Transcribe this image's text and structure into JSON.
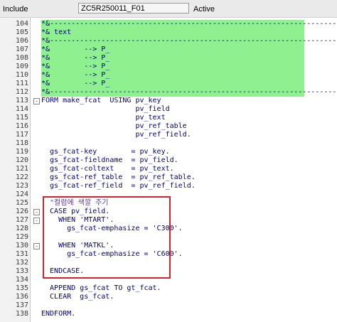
{
  "toolbar": {
    "include_label": "Include",
    "include_value": "ZC5R250011_F01",
    "status": "Active"
  },
  "editor": {
    "lines": [
      {
        "num": "104",
        "text": "*&--------------------------------------------------------------------*",
        "kind": "highlight"
      },
      {
        "num": "105",
        "text": "*& text",
        "kind": "highlight"
      },
      {
        "num": "106",
        "text": "*&--------------------------------------------------------------------*",
        "kind": "highlight"
      },
      {
        "num": "107",
        "text": "*&        --> P_",
        "kind": "highlight"
      },
      {
        "num": "108",
        "text": "*&        --> P_",
        "kind": "highlight"
      },
      {
        "num": "109",
        "text": "*&        --> P_",
        "kind": "highlight"
      },
      {
        "num": "110",
        "text": "*&        --> P_",
        "kind": "highlight"
      },
      {
        "num": "111",
        "text": "*&        --> P_",
        "kind": "highlight"
      },
      {
        "num": "112",
        "text": "*&--------------------------------------------------------------------*",
        "kind": "highlight"
      },
      {
        "num": "113",
        "text": "FORM make_fcat  USING pv_key",
        "kind": "code",
        "fold": "box"
      },
      {
        "num": "114",
        "text": "                      pv_field",
        "kind": "code"
      },
      {
        "num": "115",
        "text": "                      pv_text",
        "kind": "code"
      },
      {
        "num": "116",
        "text": "                      pv_ref_table",
        "kind": "code"
      },
      {
        "num": "117",
        "text": "                      pv_ref_field.",
        "kind": "code"
      },
      {
        "num": "118",
        "text": "",
        "kind": "code"
      },
      {
        "num": "119",
        "text": "  gs_fcat-key        = pv_key.",
        "kind": "code"
      },
      {
        "num": "120",
        "text": "  gs_fcat-fieldname  = pv_field.",
        "kind": "code"
      },
      {
        "num": "121",
        "text": "  gs_fcat-coltext    = pv_text.",
        "kind": "code"
      },
      {
        "num": "122",
        "text": "  gs_fcat-ref_table  = pv_ref_table.",
        "kind": "code"
      },
      {
        "num": "123",
        "text": "  gs_fcat-ref_field  = pv_ref_field.",
        "kind": "code"
      },
      {
        "num": "124",
        "text": "",
        "kind": "code"
      },
      {
        "num": "125",
        "text": "  \"컬럼에 색깔 주기",
        "kind": "comment"
      },
      {
        "num": "126",
        "text": "  CASE pv_field.",
        "kind": "code",
        "fold": "box"
      },
      {
        "num": "127",
        "text": "    WHEN 'MTART'.",
        "kind": "code",
        "fold": "box"
      },
      {
        "num": "128",
        "text": "      gs_fcat-emphasize = 'C300'.",
        "kind": "code"
      },
      {
        "num": "129",
        "text": "",
        "kind": "code"
      },
      {
        "num": "130",
        "text": "    WHEN 'MATKL'.",
        "kind": "code",
        "fold": "box"
      },
      {
        "num": "131",
        "text": "      gs_fcat-emphasize = 'C600'.",
        "kind": "code"
      },
      {
        "num": "132",
        "text": "",
        "kind": "code"
      },
      {
        "num": "133",
        "text": "  ENDCASE.",
        "kind": "code"
      },
      {
        "num": "134",
        "text": "",
        "kind": "code"
      },
      {
        "num": "135",
        "text": "  APPEND gs_fcat TO gt_fcat.",
        "kind": "code"
      },
      {
        "num": "136",
        "text": "  CLEAR  gs_fcat.",
        "kind": "code"
      },
      {
        "num": "137",
        "text": "",
        "kind": "code"
      },
      {
        "num": "138",
        "text": "ENDFORM.",
        "kind": "code"
      }
    ]
  },
  "colors": {
    "highlight": "#8ef08e",
    "keyword": "#00008b",
    "comment": "#5b3a8f",
    "annotation_box": "#d8222a"
  }
}
